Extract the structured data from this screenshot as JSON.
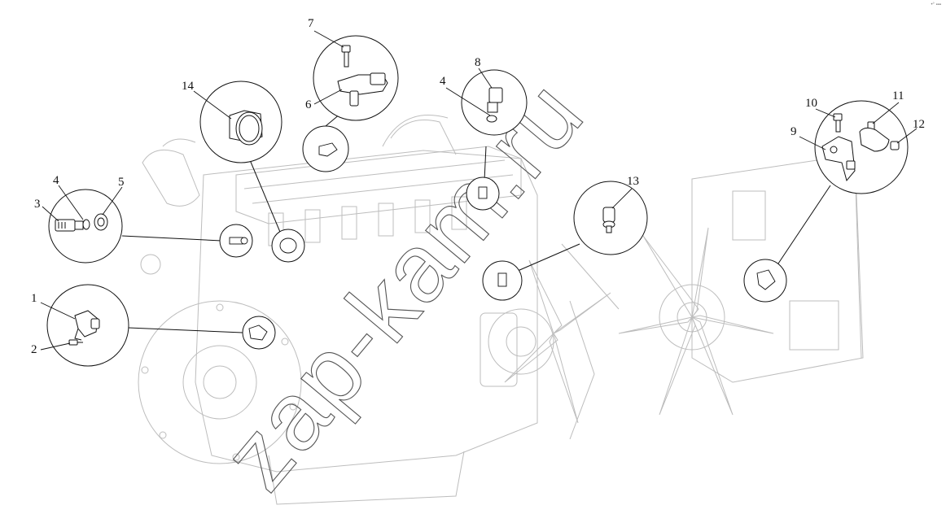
{
  "watermark": {
    "text": "zap-kam.ru",
    "color": "#555555"
  },
  "corner_mark": "•° ▪▪▪",
  "callouts": {
    "c1": "1",
    "c2": "2",
    "c3": "3",
    "c4a": "4",
    "c5": "5",
    "c6": "6",
    "c7": "7",
    "c8": "8",
    "c4b": "4",
    "c9": "9",
    "c10": "10",
    "c11": "11",
    "c12": "12",
    "c13": "13",
    "c14": "14"
  },
  "colors": {
    "line": "#111111",
    "engine_sketch": "#bdbdbd"
  }
}
